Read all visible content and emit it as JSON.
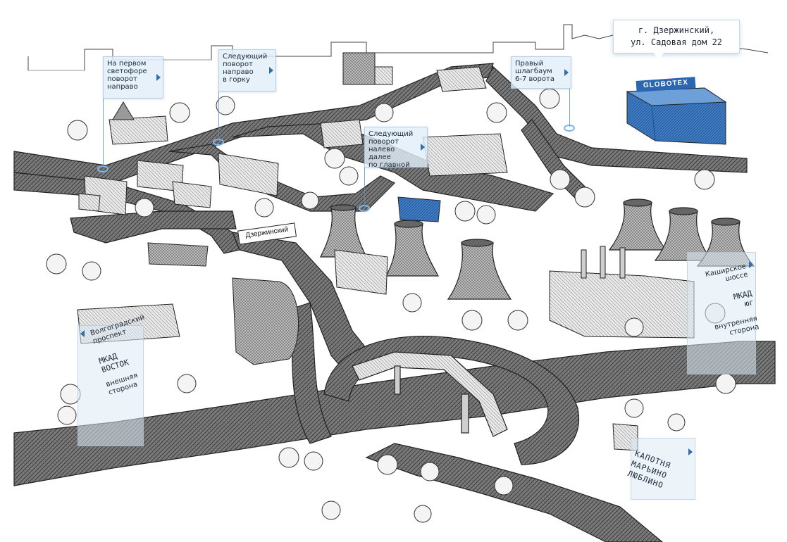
{
  "address": {
    "line1": "г. Дзержинский,",
    "line2": "ул. Садовая дом 22"
  },
  "company_logo": "GLOBOTEX",
  "road_sign": "Дзержинский",
  "callouts": {
    "first_light": [
      "На первом",
      "светофоре",
      "поворот",
      "направо"
    ],
    "uphill_turn": [
      "Следующий",
      "поворот",
      "направо",
      "в горку"
    ],
    "left_turn": [
      "Следующий",
      "поворот",
      "налево",
      "далее",
      "по главной"
    ],
    "barrier": [
      "Правый",
      "шлагбаум",
      "6-7 ворота"
    ]
  },
  "routes": {
    "volgogradsky": {
      "road": [
        "Волгоградский",
        "проспект"
      ],
      "ring": [
        "МКАД",
        "ВОСТОК"
      ],
      "side": [
        "внешняя",
        "сторона"
      ]
    },
    "kashirskoe": {
      "road": [
        "Каширское",
        "шоссе"
      ],
      "ring": [
        "МКАД",
        "юг"
      ],
      "side": [
        "внутренняя",
        "сторона"
      ]
    },
    "kapotnya": [
      "КАПОТНЯ",
      "МАРЬИНО",
      "ЛЮБЛИНО"
    ]
  },
  "colors": {
    "highlight_building": "#2b66b1",
    "callout_bg": "#e1eef8",
    "arrow": "#2f6ea8",
    "pin": "#7fb6e6"
  }
}
